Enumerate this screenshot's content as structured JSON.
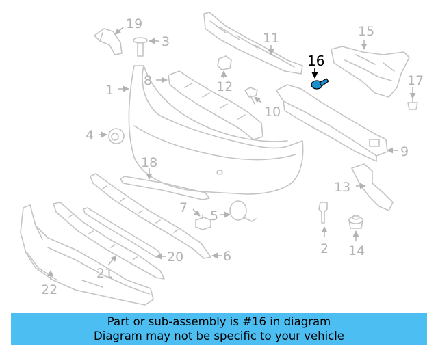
{
  "diagram": {
    "highlighted_part": "16",
    "callouts": [
      "1",
      "2",
      "3",
      "4",
      "5",
      "6",
      "7",
      "8",
      "9",
      "10",
      "11",
      "12",
      "13",
      "14",
      "15",
      "16",
      "17",
      "18",
      "19",
      "20",
      "21",
      "22"
    ]
  },
  "caption": {
    "line1": "Part or sub-assembly is #16 in diagram",
    "line2": "Diagram may not be specific to your vehicle"
  },
  "colors": {
    "banner": "#4dbef2",
    "line_art": "#c4c4c4",
    "callout_text": "#b3b3b3",
    "highlight_part": "#1a8fd0"
  }
}
